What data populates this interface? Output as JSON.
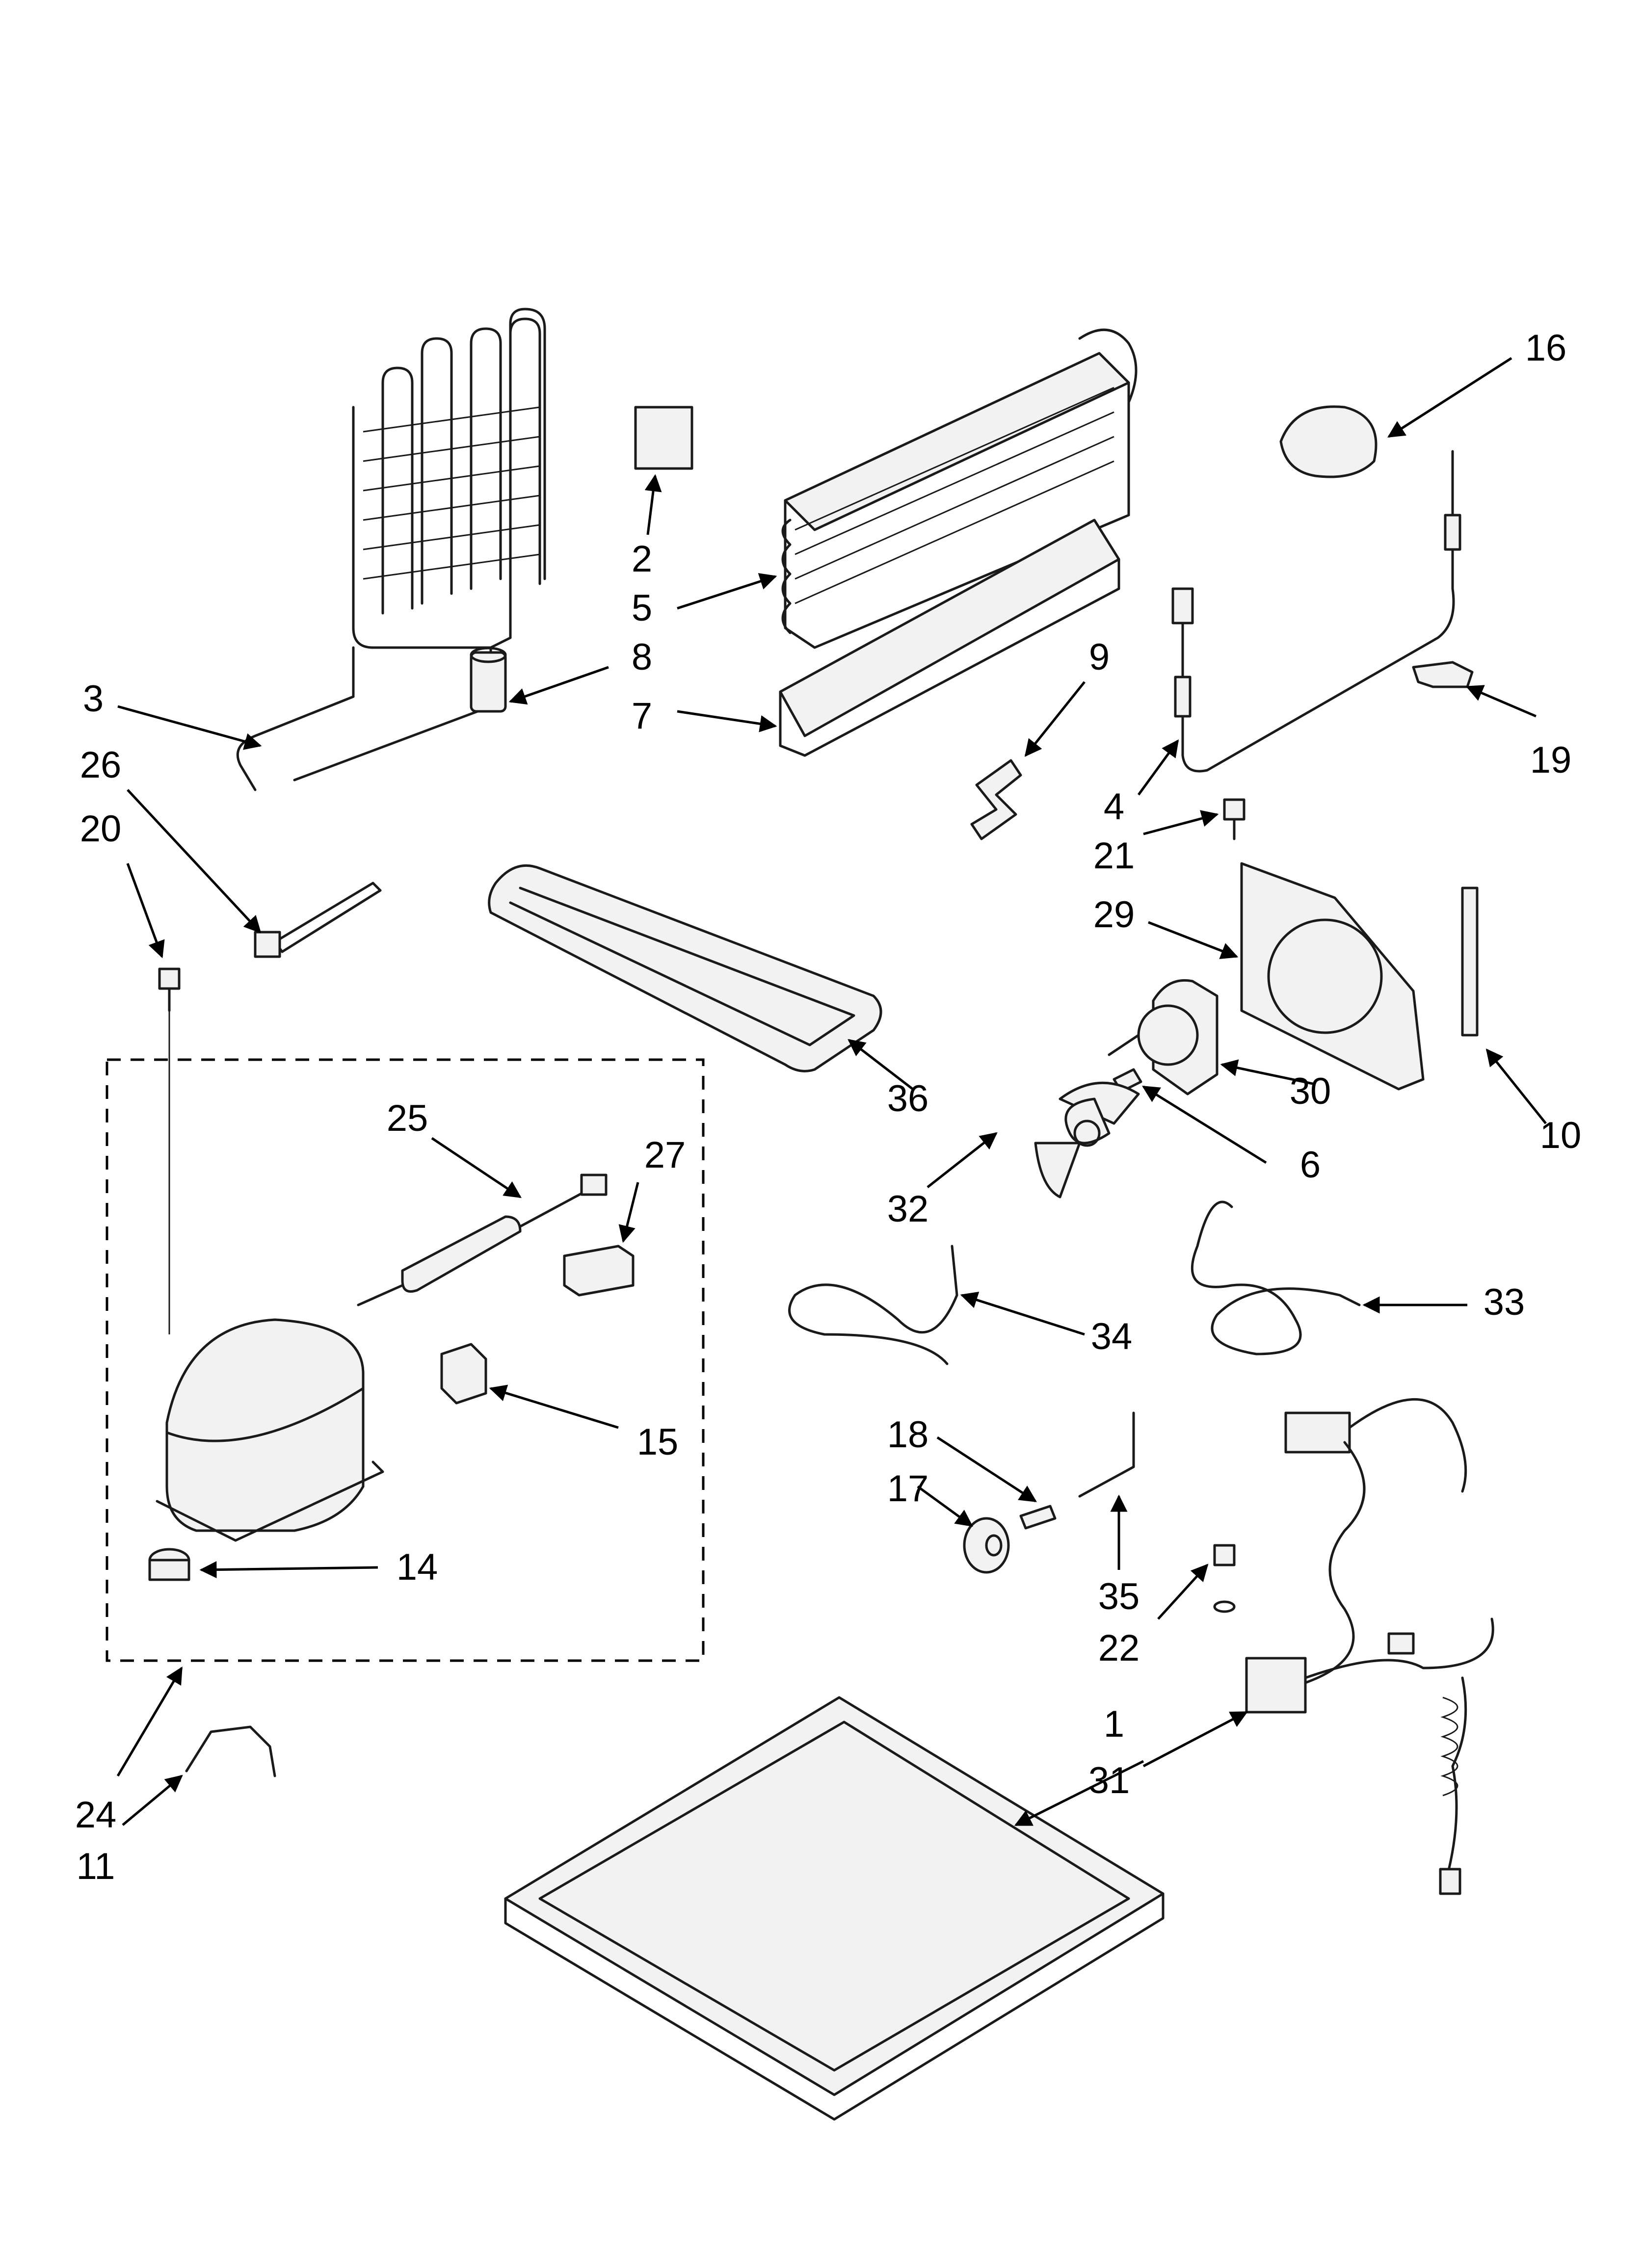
{
  "callouts": [
    "1",
    "2",
    "3",
    "4",
    "5",
    "6",
    "7",
    "8",
    "9",
    "10",
    "11",
    "14",
    "15",
    "16",
    "17",
    "18",
    "19",
    "20",
    "21",
    "22",
    "24",
    "25",
    "26",
    "27",
    "29",
    "30",
    "31",
    "32",
    "33",
    "34",
    "35",
    "36"
  ],
  "colors": {
    "ink": "#1a1a1a",
    "paper": "#ffffff",
    "part_shade": "#f2f2f2"
  }
}
